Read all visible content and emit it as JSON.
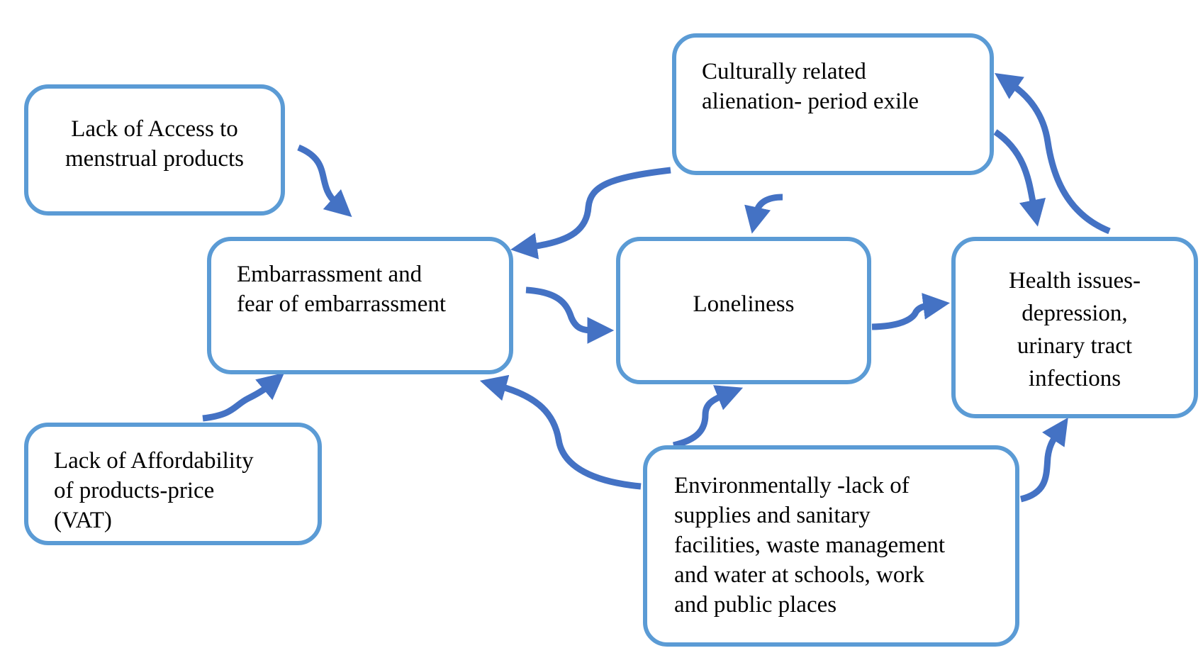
{
  "colors": {
    "box_border": "#5B9BD5",
    "arrow": "#4472C4",
    "text": "#000000",
    "background": "#FFFFFF"
  },
  "nodes": {
    "access": {
      "lines": [
        "Lack of Access to",
        "menstrual products"
      ]
    },
    "embarrassment": {
      "lines": [
        "Embarrassment and",
        "fear of embarrassment"
      ]
    },
    "affordability": {
      "lines": [
        "Lack of Affordability",
        "of products-price",
        "(VAT)"
      ]
    },
    "cultural": {
      "lines": [
        "Culturally related",
        "alienation- period exile"
      ]
    },
    "loneliness": {
      "lines": [
        "Loneliness"
      ]
    },
    "health": {
      "lines": [
        "Health issues-",
        "depression,",
        "urinary tract",
        "infections"
      ]
    },
    "environment": {
      "lines": [
        "Environmentally -lack of",
        "supplies and sanitary",
        "facilities, waste management",
        "and water at schools, work",
        "and public places"
      ]
    }
  },
  "edges": [
    {
      "from": "access",
      "to": "embarrassment"
    },
    {
      "from": "affordability",
      "to": "embarrassment"
    },
    {
      "from": "cultural",
      "to": "embarrassment"
    },
    {
      "from": "environment",
      "to": "embarrassment"
    },
    {
      "from": "embarrassment",
      "to": "loneliness"
    },
    {
      "from": "environment",
      "to": "loneliness"
    },
    {
      "from": "cultural",
      "to": "loneliness"
    },
    {
      "from": "loneliness",
      "to": "health"
    },
    {
      "from": "environment",
      "to": "health"
    },
    {
      "from": "cultural",
      "to": "health"
    },
    {
      "from": "health",
      "to": "cultural"
    }
  ]
}
